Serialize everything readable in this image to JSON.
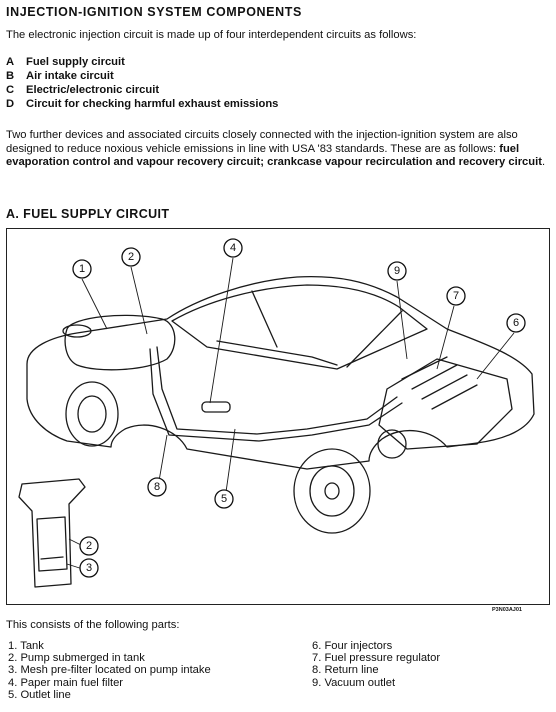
{
  "title": "INJECTION-IGNITION SYSTEM COMPONENTS",
  "intro": "The electronic injection circuit is made up of four interdependent circuits as follows:",
  "circuits": [
    {
      "letter": "A",
      "label": "Fuel supply circuit"
    },
    {
      "letter": "B",
      "label": "Air intake circuit"
    },
    {
      "letter": "C",
      "label": "Electric/electronic circuit"
    },
    {
      "letter": "D",
      "label": "Circuit for checking harmful exhaust emissions"
    }
  ],
  "para2": {
    "text": "Two further devices and associated circuits closely connected with the injection-ignition system are also designed to reduce noxious vehicle emissions in line with USA '83 standards. These are as follows: ",
    "bold": "fuel evaporation control and vapour recovery circuit; crankcase vapour recirculation and recovery circuit",
    "end": "."
  },
  "section_title": "A. FUEL SUPPLY CIRCUIT",
  "figure_code": "P3N03AJ01",
  "consists": "This consists of the following parts:",
  "parts_left": [
    "1. Tank",
    "2. Pump submerged in tank",
    "3. Mesh pre-filter located on pump intake",
    "4. Paper main fuel filter",
    "5. Outlet line"
  ],
  "parts_right": [
    "6. Four injectors",
    "7. Fuel pressure regulator",
    "8. Return line",
    "9. Vacuum outlet"
  ],
  "callouts": [
    "1",
    "2",
    "4",
    "9",
    "7",
    "6",
    "8",
    "5",
    "2",
    "3"
  ]
}
